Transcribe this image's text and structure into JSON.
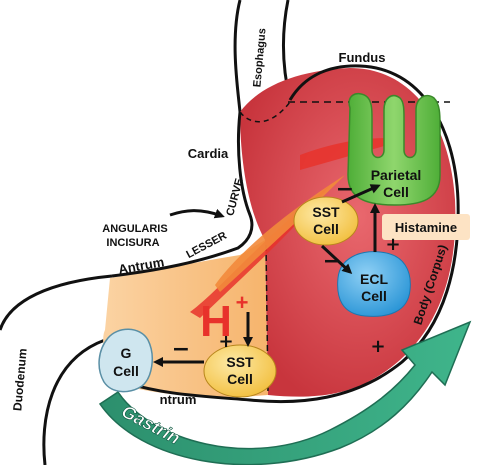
{
  "labels": {
    "esophagus": "Esophagus",
    "fundus": "Fundus",
    "cardia": "Cardia",
    "angularis_line1": "ANGULARIS",
    "angularis_line2": "INCISURA",
    "lesser": "LESSER",
    "curve": "CURVE",
    "antrum_top": "Antrum",
    "antrum_bottom": "ntrum",
    "duodenum": "Duodenum",
    "body": "Body (Corpus)",
    "histamine": "Histamine",
    "gastrin": "Gastrin"
  },
  "acid": {
    "symbol": "H",
    "superscript": "+"
  },
  "cells": {
    "parietal": [
      "Parietal",
      "Cell"
    ],
    "sst_upper": [
      "SST",
      "Cell"
    ],
    "ecl": [
      "ECL",
      "Cell"
    ],
    "sst_lower": [
      "SST",
      "Cell"
    ],
    "g_cell": [
      "G",
      "Cell"
    ]
  },
  "signs": {
    "sst_to_parietal": "−",
    "sst_to_ecl": "−",
    "histamine_effect": "+",
    "sst_to_g_cell": "−",
    "acid_to_sst": "+",
    "gastrin_effect": "+"
  },
  "colors": {
    "body": "#d9474f",
    "antrum": "#f9c082",
    "parietal": "#6cc24a",
    "sst": "#f7cd5c",
    "ecl": "#3fa9e5",
    "g_cell": "#cfe6ef",
    "gastrin_arrow": "#2f9e7a",
    "histamine_box": "#fde3c4",
    "acid": "#e8322b"
  }
}
